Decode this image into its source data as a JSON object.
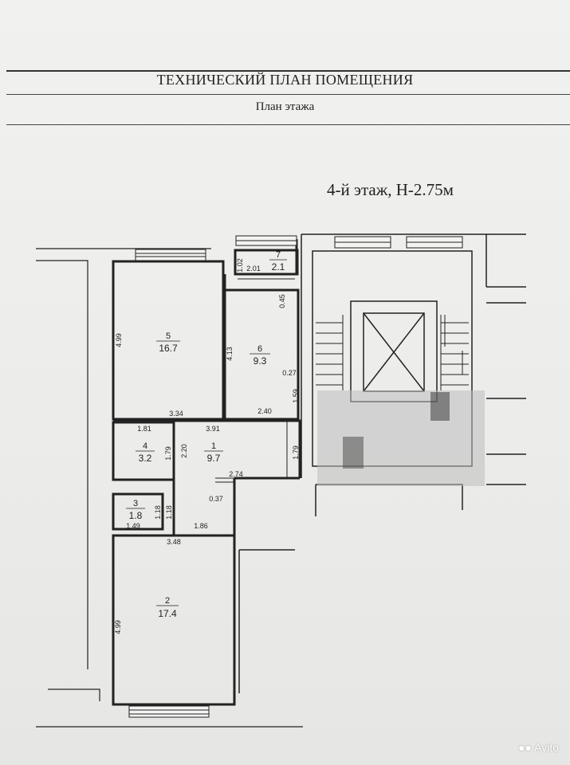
{
  "header": {
    "title": "ТЕХНИЧЕСКИЙ ПЛАН ПОМЕЩЕНИЯ",
    "subtitle": "План этажа"
  },
  "floor_label": "4-й этаж, Н-2.75м",
  "rooms": [
    {
      "num": "1",
      "area": "9.7"
    },
    {
      "num": "2",
      "area": "17.4"
    },
    {
      "num": "3",
      "area": "1.8"
    },
    {
      "num": "4",
      "area": "3.2"
    },
    {
      "num": "5",
      "area": "16.7"
    },
    {
      "num": "6",
      "area": "9.3"
    },
    {
      "num": "7",
      "area": "2.1"
    }
  ],
  "dimensions": {
    "d_102": "1.02",
    "d_201": "2.01",
    "d_045": "0.45",
    "d_499_top": "4.99",
    "d_413": "4.13",
    "d_027": "0.27",
    "d_159": "1.59",
    "d_334": "3.34",
    "d_240": "2.40",
    "d_181": "1.81",
    "d_391": "3.91",
    "d_179_a": "1.79",
    "d_220": "2.20",
    "d_179_b": "1.79",
    "d_274": "2.74",
    "d_037": "0.37",
    "d_118_a": "1.18",
    "d_118_b": "1.18",
    "d_149": "1.49",
    "d_186": "1.86",
    "d_348": "3.48",
    "d_499_bottom": "4.99"
  },
  "watermark": "Avito",
  "icons": {
    "watermark": "avito-logo-icon"
  }
}
